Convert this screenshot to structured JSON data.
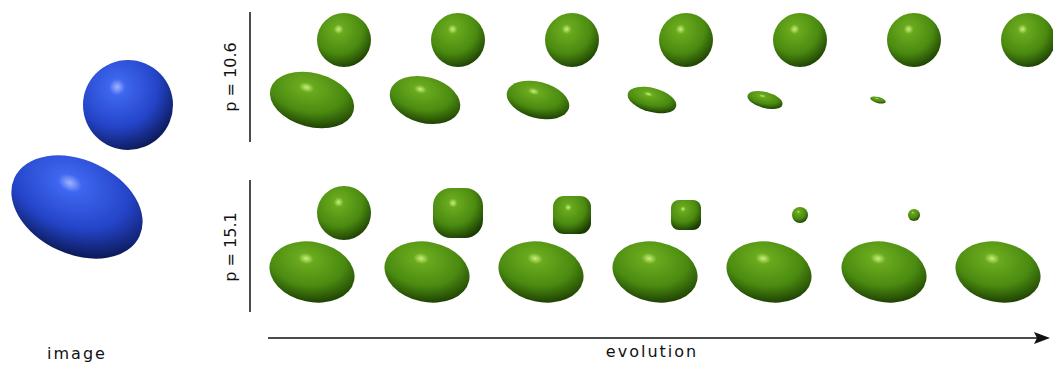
{
  "diagram": {
    "labels": [
      "p = 10.6",
      "p = 15.1",
      "image",
      "evolution"
    ]
  }
}
